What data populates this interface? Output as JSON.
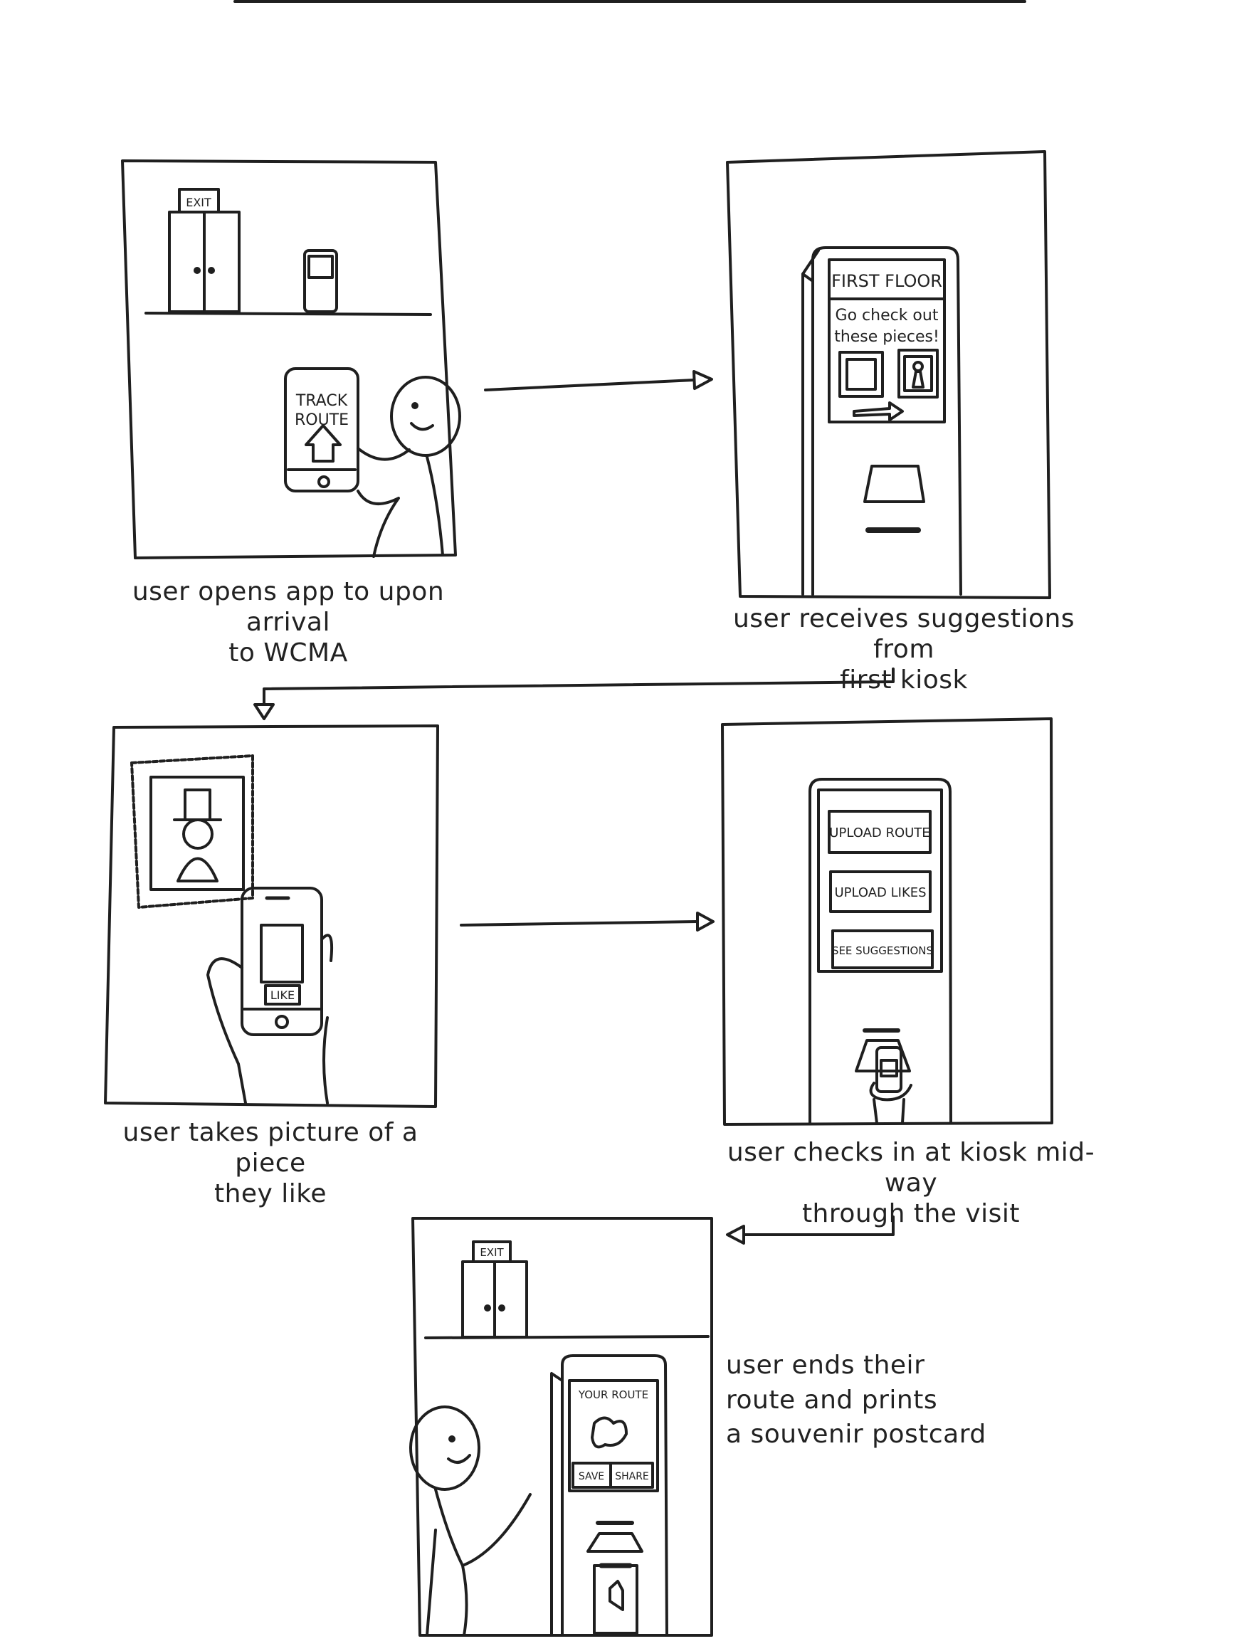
{
  "panels": [
    {
      "id": "arrival",
      "caption_lines": [
        "user opens app to upon arrival",
        "to WCMA"
      ],
      "exit_sign": "EXIT",
      "phone_lines": [
        "TRACK",
        "ROUTE"
      ]
    },
    {
      "id": "first-kiosk",
      "caption_lines": [
        "user receives suggestions from",
        "first  kiosk"
      ],
      "kiosk_title": "FIRST FLOOR",
      "kiosk_lines": [
        "Go check out",
        "these pieces!"
      ]
    },
    {
      "id": "picture",
      "caption_lines": [
        "user takes picture of a piece",
        "they like"
      ],
      "phone_button": "LIKE"
    },
    {
      "id": "checkin",
      "caption_lines": [
        "user checks in at kiosk mid-way",
        "through the visit"
      ],
      "buttons": [
        "UPLOAD ROUTE",
        "UPLOAD LIKES",
        "SEE SUGGESTIONS"
      ]
    },
    {
      "id": "end",
      "caption_lines": [
        "user ends their",
        "route and prints",
        "a souvenir postcard"
      ],
      "exit_sign": "EXIT",
      "screen_title": "YOUR ROUTE",
      "screen_buttons": [
        "SAVE",
        "SHARE"
      ]
    }
  ],
  "colors": {
    "ink": "#1f1f1f",
    "paper": "#ffffff"
  }
}
